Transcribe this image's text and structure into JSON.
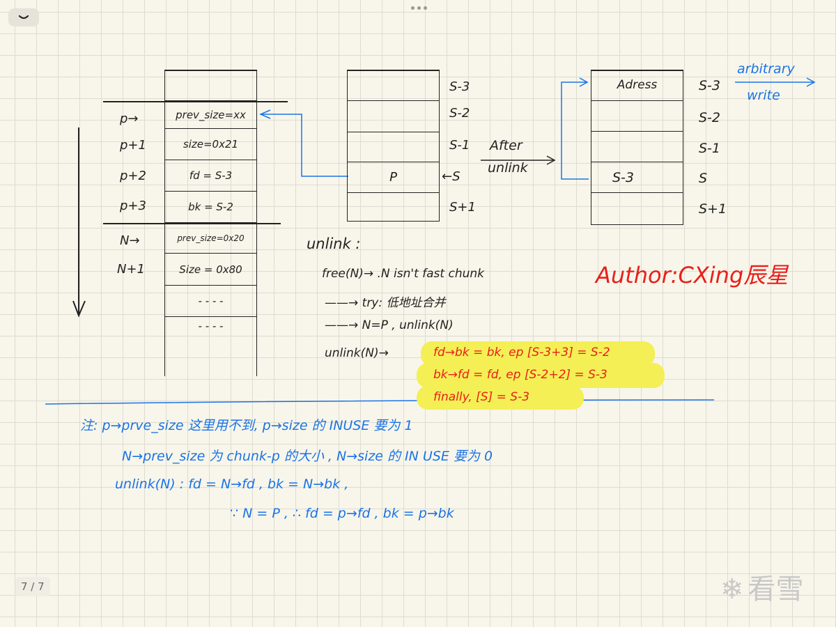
{
  "app": {
    "collapse_icon": "chevron-down-icon",
    "more_icon": "ellipsis-icon",
    "page_indicator": "7 / 7",
    "watermark": "看雪"
  },
  "left_table": {
    "labels": [
      "p→",
      "p+1",
      "p+2",
      "p+3",
      "N→",
      "N+1"
    ],
    "cells": [
      "",
      "prev_size=xx",
      "size=0x21",
      "fd = S-3",
      "bk = S-2",
      "prev_size=0x20",
      "Size = 0x80",
      "- - - -",
      "- - - -"
    ]
  },
  "middle_table": {
    "labels": [
      "S-3",
      "S-2",
      "S-1",
      "←S",
      "S+1"
    ],
    "cells": [
      "",
      "",
      "",
      "P",
      ""
    ]
  },
  "after_unlink": {
    "line1": "After",
    "line2": "unlink"
  },
  "right_table": {
    "labels": [
      "S-3",
      "S-2",
      "S-1",
      "S",
      "S+1"
    ],
    "cells": [
      "Adress",
      "",
      "",
      "S-3",
      ""
    ]
  },
  "arbitrary_write": {
    "line1": "arbitrary",
    "line2": "write"
  },
  "author": "Author:CXing辰星",
  "unlink_notes": {
    "title": "unlink :",
    "lines": [
      "free(N)→ .N isn't fast chunk",
      "——→ try: 低地址合并",
      "——→ N=P ,  unlink(N)",
      "unlink(N)→"
    ],
    "highlighted": [
      "fd→bk = bk, ep [S-3+3] = S-2",
      "bk→fd = fd, ep [S-2+2] = S-3",
      "finally, [S] = S-3"
    ]
  },
  "footnotes": [
    "注: p→prve_size 这里用不到,  p→size 的 INUSE 要为 1",
    "N→prev_size 为 chunk-p 的大小 ,  N→size 的 IN USE 要为 0",
    "unlink(N) :  fd = N→fd ,  bk = N→bk ,",
    "∵ N = P ,  ∴ fd = p→fd ,  bk = p→bk"
  ],
  "colors": {
    "ink": "#222222",
    "blue": "#1a73e8",
    "red": "#e8201c",
    "highlight": "#f4ef55"
  }
}
